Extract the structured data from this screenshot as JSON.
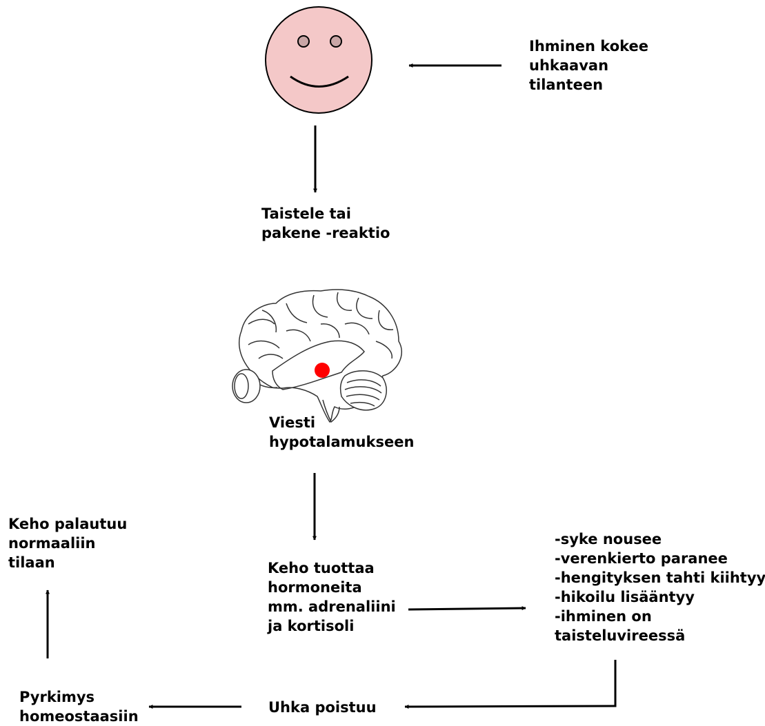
{
  "labels": {
    "threat": [
      "Ihminen kokee",
      "uhkaavan",
      "tilanteen"
    ],
    "fight_or_flight": [
      "Taistele tai",
      "pakene -reaktio"
    ],
    "message": [
      "Viesti",
      "hypotalamukseen"
    ],
    "hormones": [
      "Keho tuottaa",
      "hormoneita",
      "mm. adrenaliini",
      "ja kortisoli"
    ],
    "effects": [
      "-syke nousee",
      "-verenkierto paranee",
      "-hengityksen tahti kiihtyy",
      "-hikoilu lisääntyy",
      "-ihminen on",
      "taisteluvireessä"
    ],
    "threat_removed": "Uhka poistuu",
    "homeostasis": [
      "Pyrkimys",
      "homeostaasiin"
    ],
    "normal_state": [
      "Keho palautuu",
      "normaaliin",
      "tilaan"
    ]
  },
  "colors": {
    "face_fill": "#f4c8c8",
    "eye_fill": "#c9a6a6",
    "brain_spot": "#ff0000",
    "arrow": "#000000"
  },
  "icons": [
    "smiley-face-icon",
    "brain-icon"
  ]
}
